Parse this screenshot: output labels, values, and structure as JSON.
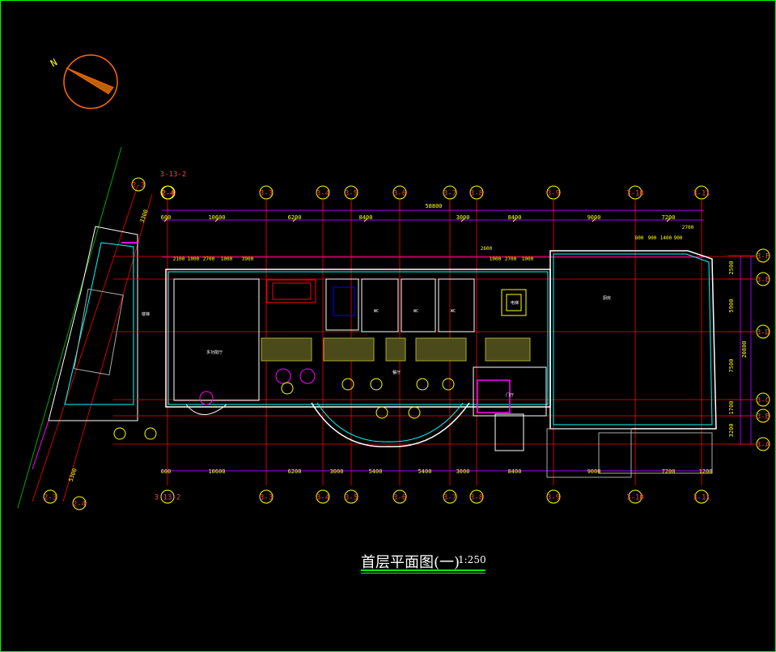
{
  "drawing": {
    "title": "首层平面图(一)",
    "scale": "1:250",
    "north_label": "N",
    "colors": {
      "background": "#000000",
      "frame": "#00ff00",
      "grid": "#ff0000",
      "dims": "#a000ff",
      "axis_bubble": "#ffff00",
      "wall": "#ffffff",
      "window": "#00ffff",
      "furniture": "#ffff00",
      "accent": "#ff00ff"
    }
  },
  "axes_top": [
    "2-4",
    "3-3",
    "3-4",
    "3-5",
    "3-6",
    "3-7",
    "3-8",
    "3-9",
    "3-10",
    "3-11"
  ],
  "axis_corner_top": "3-13-2",
  "axes_bottom": [
    "3-13-2",
    "3-3",
    "3-4",
    "3-5",
    "3-6",
    "3-7",
    "3-8",
    "3-9",
    "3-10",
    "3-11"
  ],
  "axes_left": [
    "2-3",
    "2-4"
  ],
  "axes_left_bottom": [
    "2-3",
    "2-4"
  ],
  "axes_right": [
    "3-F",
    "3-E",
    "3-D",
    "3-C",
    "3-B",
    "3-A"
  ],
  "dims_top_total": "58800",
  "dims_top": [
    "600",
    "10600",
    "6200",
    "8400",
    "3000",
    "8400",
    "9000",
    "7200"
  ],
  "dims_top_sub": [
    "2100",
    "1000",
    "2700",
    "1000",
    "3900",
    "2600",
    "1000",
    "2700",
    "1000",
    "800",
    "900",
    "1400",
    "900",
    "2700"
  ],
  "dims_bottom": [
    "600",
    "10600",
    "6200",
    "3000",
    "5400",
    "5400",
    "3000",
    "8400",
    "9000",
    "7200",
    "1200"
  ],
  "dims_right": [
    "2500",
    "5900",
    "7500",
    "1700",
    "3200"
  ],
  "dims_right_total": "20800",
  "dims_left": [
    "3300",
    "5300"
  ],
  "room_labels": [
    "多功能厅",
    "楼梯",
    "WC",
    "WC",
    "WC",
    "电梯",
    "餐厅",
    "厨房",
    "门厅"
  ]
}
